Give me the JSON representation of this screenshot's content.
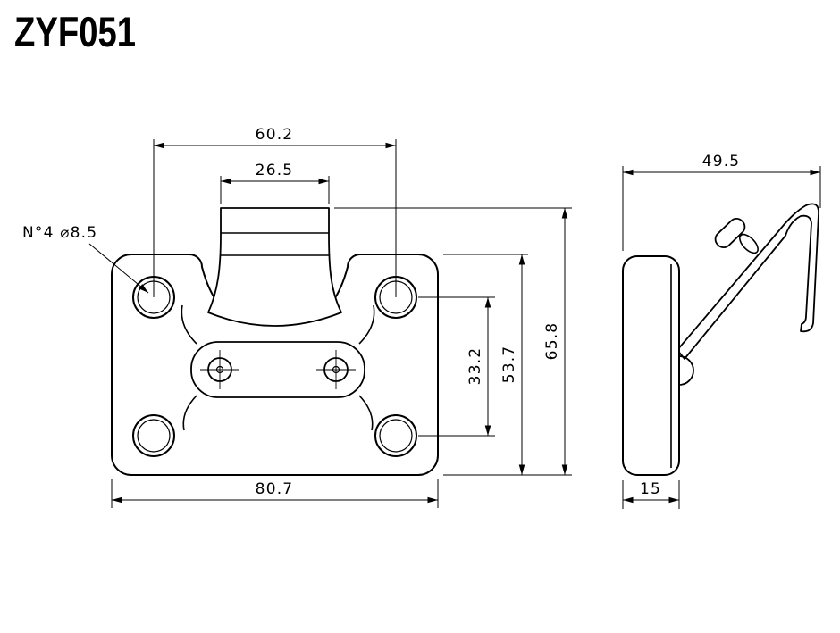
{
  "page": {
    "title": "ZYF051",
    "colors": {
      "line": "#000000",
      "background": "#ffffff"
    }
  },
  "front_view": {
    "note_holes": "N°4 ⌀8.5",
    "dim_hole_pitch_width": "60.2",
    "dim_tab_width": "26.5",
    "dim_hole_pitch_height": "33.2",
    "dim_plate_height": "53.7",
    "dim_overall_height": "65.8",
    "dim_overall_width": "80.7"
  },
  "side_view": {
    "dim_overall_depth": "49.5",
    "dim_plate_thickness": "15"
  }
}
